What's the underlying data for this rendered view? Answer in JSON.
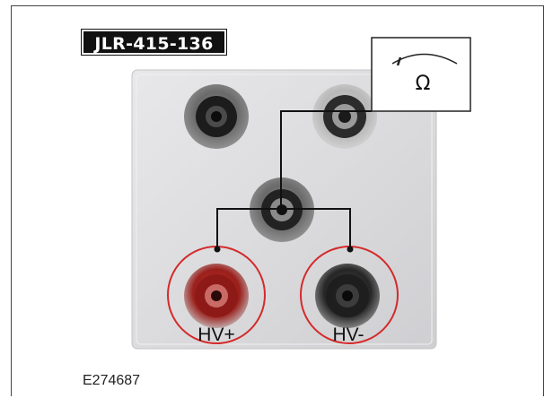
{
  "diagram": {
    "tool_id": "JLR-415-136",
    "figure_ref": "E274687",
    "meter_symbol": "Ω",
    "terminals": {
      "positive_label": "HV+",
      "negative_label": "HV-"
    }
  },
  "colors": {
    "panel": "#dcdcde",
    "highlight_ring": "#d42a2a",
    "positive_socket": "#a8201c",
    "negative_socket": "#2a2a2a",
    "wire": "#111111"
  }
}
